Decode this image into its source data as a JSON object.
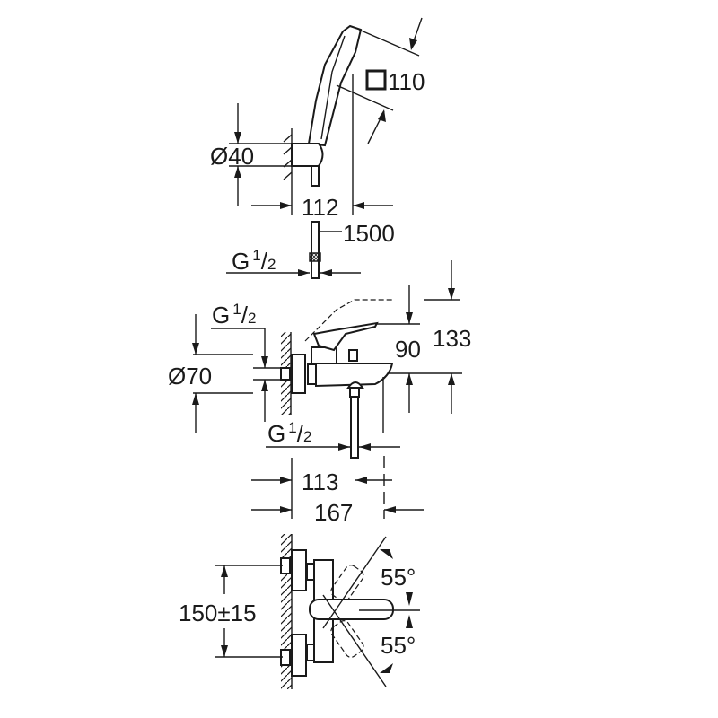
{
  "hand_shower": {
    "head_size": "110",
    "holder_diameter": "Ø40",
    "projection": "112",
    "hose_length": "1500",
    "hose_thread": {
      "g": "G",
      "num": "1",
      "slash": "/",
      "den": "2"
    }
  },
  "bath_mixer_side": {
    "inlet_thread": {
      "g": "G",
      "num": "1",
      "slash": "/",
      "den": "2"
    },
    "escutcheon_diameter": "Ø70",
    "spout_height": "90",
    "lever_height": "133",
    "outlet_thread": {
      "g": "G",
      "num": "1",
      "slash": "/",
      "den": "2"
    },
    "spout_outlet_projection": "113",
    "spout_projection": "167"
  },
  "bath_mixer_front": {
    "inlet_spacing": "150±15",
    "lever_angle_up": "55°",
    "lever_angle_down": "55°"
  },
  "colors": {
    "line": "#1a1a1a",
    "background": "#ffffff"
  }
}
